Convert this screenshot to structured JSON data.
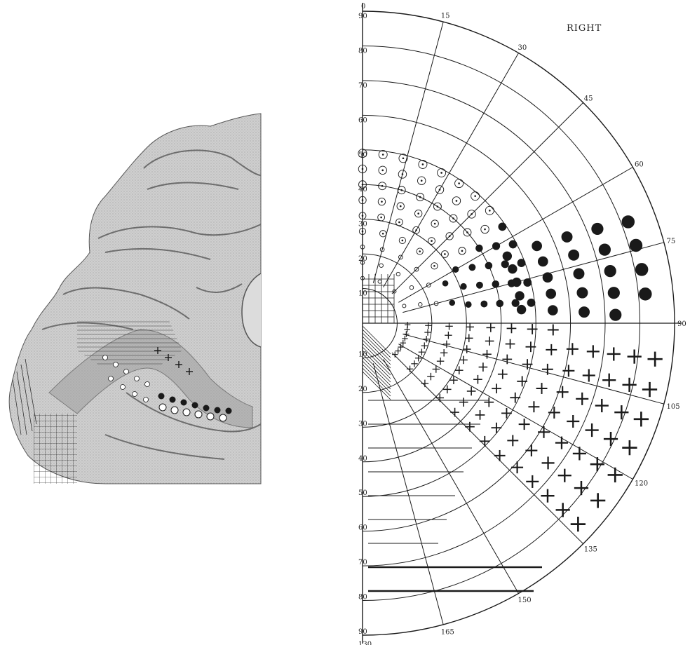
{
  "title": "RIGHT",
  "colors": {
    "ink": "#1a1a1a",
    "brain_base": "#c9c9c9",
    "brain_light": "#e6e6e6",
    "brain_dark": "#8a8a8a"
  },
  "eccentricity_labels": {
    "upper": [
      "90",
      "80",
      "70",
      "60",
      "50",
      "40",
      "30",
      "20",
      "10"
    ],
    "lower": [
      "10",
      "20",
      "30",
      "40",
      "50",
      "60",
      "70",
      "80",
      "90"
    ]
  },
  "top_zero_label": "0",
  "bottom_label": "130",
  "meridian_labels": [
    "15",
    "30",
    "45",
    "60",
    "75",
    "90",
    "105",
    "120",
    "135",
    "150",
    "165"
  ],
  "zones": {
    "central": "grid-hatch",
    "upper_inner": "small-open-circles",
    "upper_mid": "circles-with-dots",
    "upper_outer": "filled-dots",
    "lower_inner": "diagonal-hatch",
    "lower_outer": "crosses",
    "lower_periphery": "horizontal-dashes"
  }
}
